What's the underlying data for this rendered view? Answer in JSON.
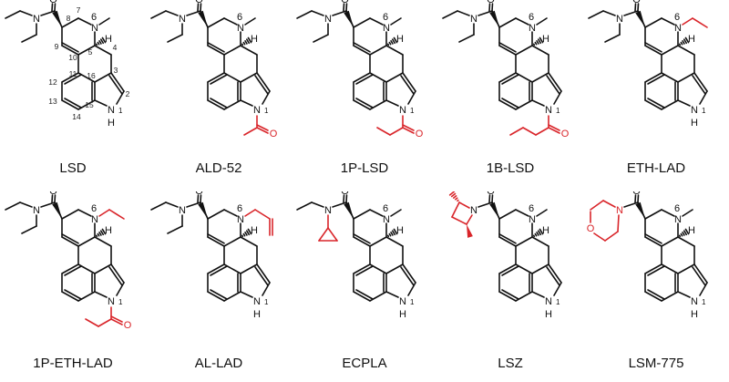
{
  "compounds": [
    {
      "name": "LSD",
      "row": 0,
      "col": 0,
      "amide": "diethyl",
      "n6": "methyl",
      "n1": "H",
      "numbered": true
    },
    {
      "name": "ALD-52",
      "row": 0,
      "col": 1,
      "amide": "diethyl",
      "n6": "methyl",
      "n1": "acetyl"
    },
    {
      "name": "1P-LSD",
      "row": 0,
      "col": 2,
      "amide": "diethyl",
      "n6": "methyl",
      "n1": "propanoyl"
    },
    {
      "name": "1B-LSD",
      "row": 0,
      "col": 3,
      "amide": "diethyl",
      "n6": "methyl",
      "n1": "butanoyl"
    },
    {
      "name": "ETH-LAD",
      "row": 0,
      "col": 4,
      "amide": "diethyl",
      "n6": "ethyl",
      "n1": "H"
    },
    {
      "name": "1P-ETH-LAD",
      "row": 1,
      "col": 0,
      "amide": "diethyl",
      "n6": "ethyl",
      "n1": "propanoyl"
    },
    {
      "name": "AL-LAD",
      "row": 1,
      "col": 1,
      "amide": "diethyl",
      "n6": "allyl",
      "n1": "H"
    },
    {
      "name": "ECPLA",
      "row": 1,
      "col": 2,
      "amide": "ethylcyclopropyl",
      "n6": "methyl",
      "n1": "H"
    },
    {
      "name": "LSZ",
      "row": 1,
      "col": 3,
      "amide": "azetidine",
      "n6": "methyl",
      "n1": "H"
    },
    {
      "name": "LSM-775",
      "row": 1,
      "col": 4,
      "amide": "morpholine",
      "n6": "methyl",
      "n1": "H"
    }
  ],
  "labels": {
    "o": "O",
    "n": "N",
    "h": "H",
    "n6num": "6",
    "n1num": "1",
    "n1": "N"
  },
  "atom_numbers": [
    "8",
    "7",
    "6",
    "9",
    "5",
    "10",
    "4",
    "11",
    "3",
    "12",
    "16",
    "2",
    "13",
    "15",
    "14"
  ],
  "colors": {
    "core": "#111111",
    "modification": "#d9252a",
    "background": "#ffffff"
  }
}
